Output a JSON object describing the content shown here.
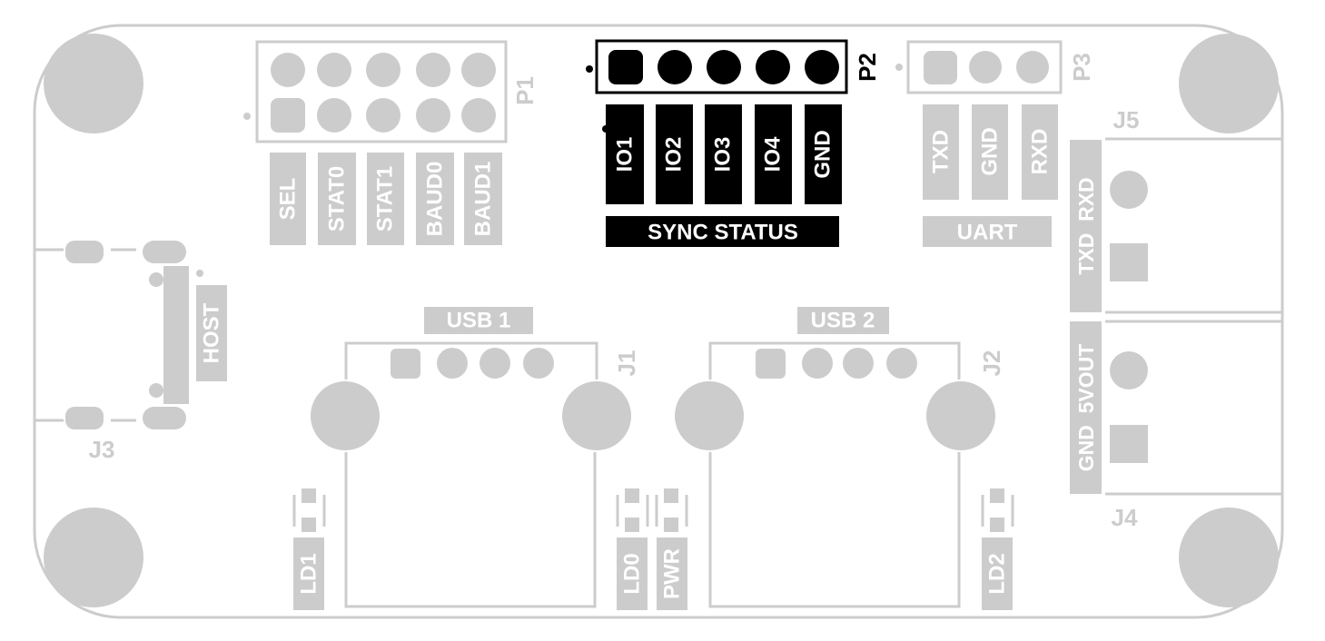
{
  "board": {
    "colors": {
      "silk": "#cccccc",
      "highlight": "#000000",
      "background": "#ffffff"
    },
    "p1": {
      "ref": "P1",
      "pins": [
        "SEL",
        "STAT0",
        "STAT1",
        "BAUD0",
        "BAUD1"
      ]
    },
    "p2": {
      "ref": "P2",
      "pins": [
        "IO1",
        "IO2",
        "IO3",
        "IO4",
        "GND"
      ],
      "group": "SYNC STATUS"
    },
    "p3": {
      "ref": "P3",
      "pins": [
        "TXD",
        "GND",
        "RXD"
      ],
      "group": "UART"
    },
    "j3": {
      "ref": "J3",
      "label": "HOST"
    },
    "j1": {
      "ref": "J1",
      "label": "USB 1"
    },
    "j2": {
      "ref": "J2",
      "label": "USB 2"
    },
    "j5": {
      "ref": "J5",
      "label": "TXD  RXD"
    },
    "j4": {
      "ref": "J4",
      "label": "GND  5VOUT"
    },
    "leds": {
      "ld1": "LD1",
      "ld0": "LD0",
      "pwr": "PWR",
      "ld2": "LD2"
    }
  }
}
